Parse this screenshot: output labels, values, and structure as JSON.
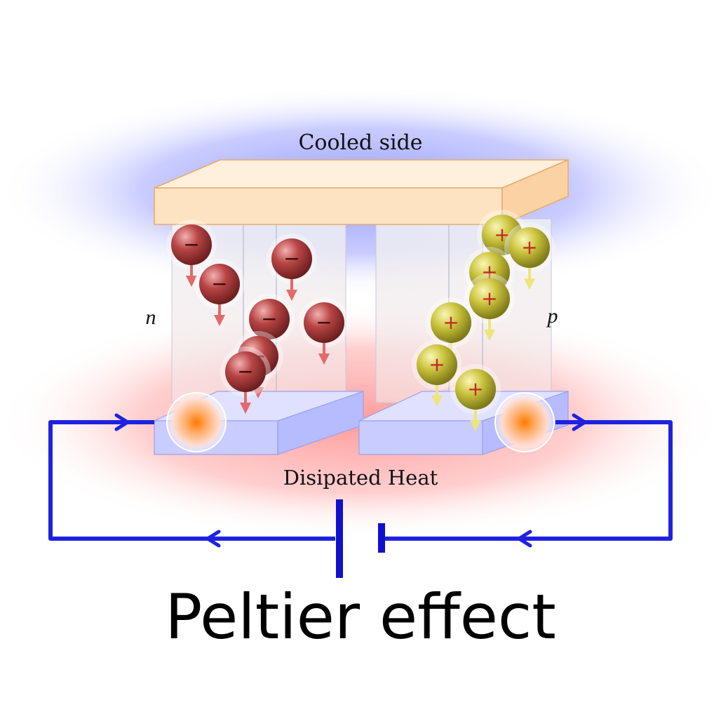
{
  "labels": {
    "cooled_side": "Cooled side",
    "dissipated_heat": "Disipated Heat",
    "n_type": "n",
    "p_type": "p"
  },
  "caption": "Peltier effect",
  "charges": {
    "electron_symbol": "−",
    "hole_symbol": "+"
  },
  "colors": {
    "cold_glow": "#7f86ff",
    "hot_glow": "#ff8a8a",
    "plate": "#fde3c2",
    "electron": "#b03a3a",
    "hole": "#c9c23a",
    "circuit": "#1e22e0"
  }
}
